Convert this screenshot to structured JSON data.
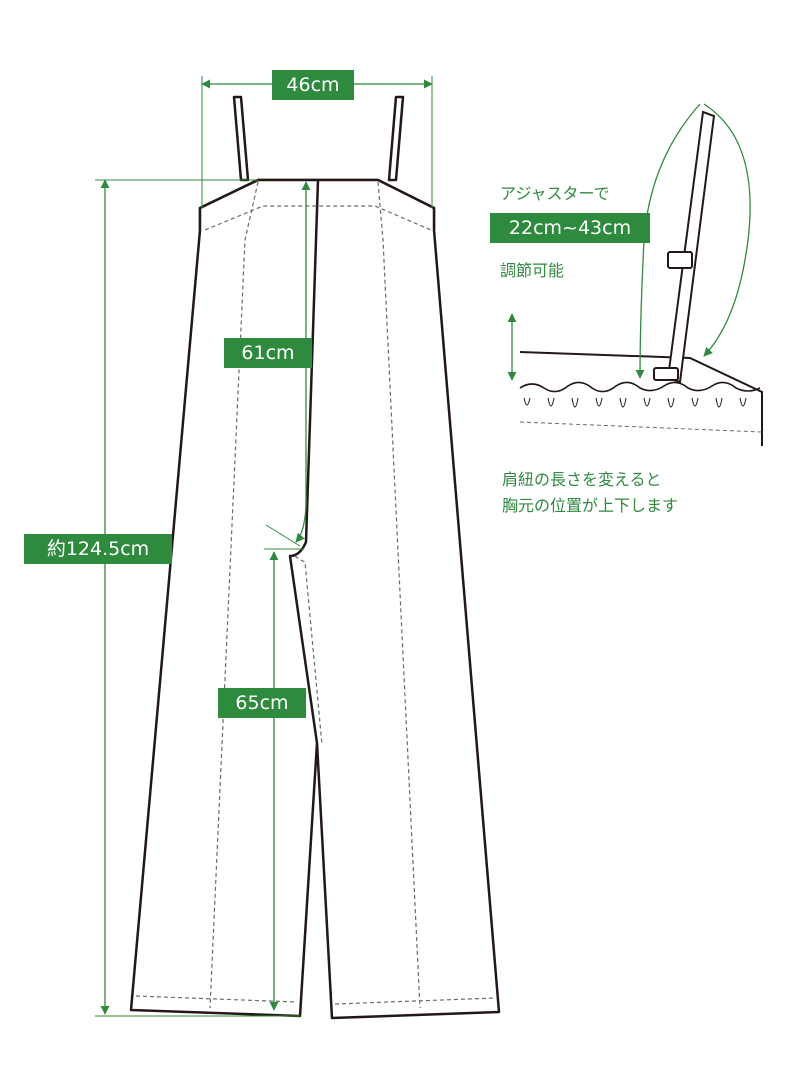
{
  "measurements": {
    "width": "46cm",
    "total_length": "約124.5cm",
    "rise": "61cm",
    "inseam": "65cm"
  },
  "strap_note": {
    "line1": "アジャスターで",
    "range": "22cm~43cm",
    "line3": "調節可能"
  },
  "bottom_note": {
    "line1": "肩紐の長さを変えると",
    "line2": "胸元の位置が上下します"
  },
  "colors": {
    "accent": "#2e8b3e",
    "outline": "#231815"
  }
}
